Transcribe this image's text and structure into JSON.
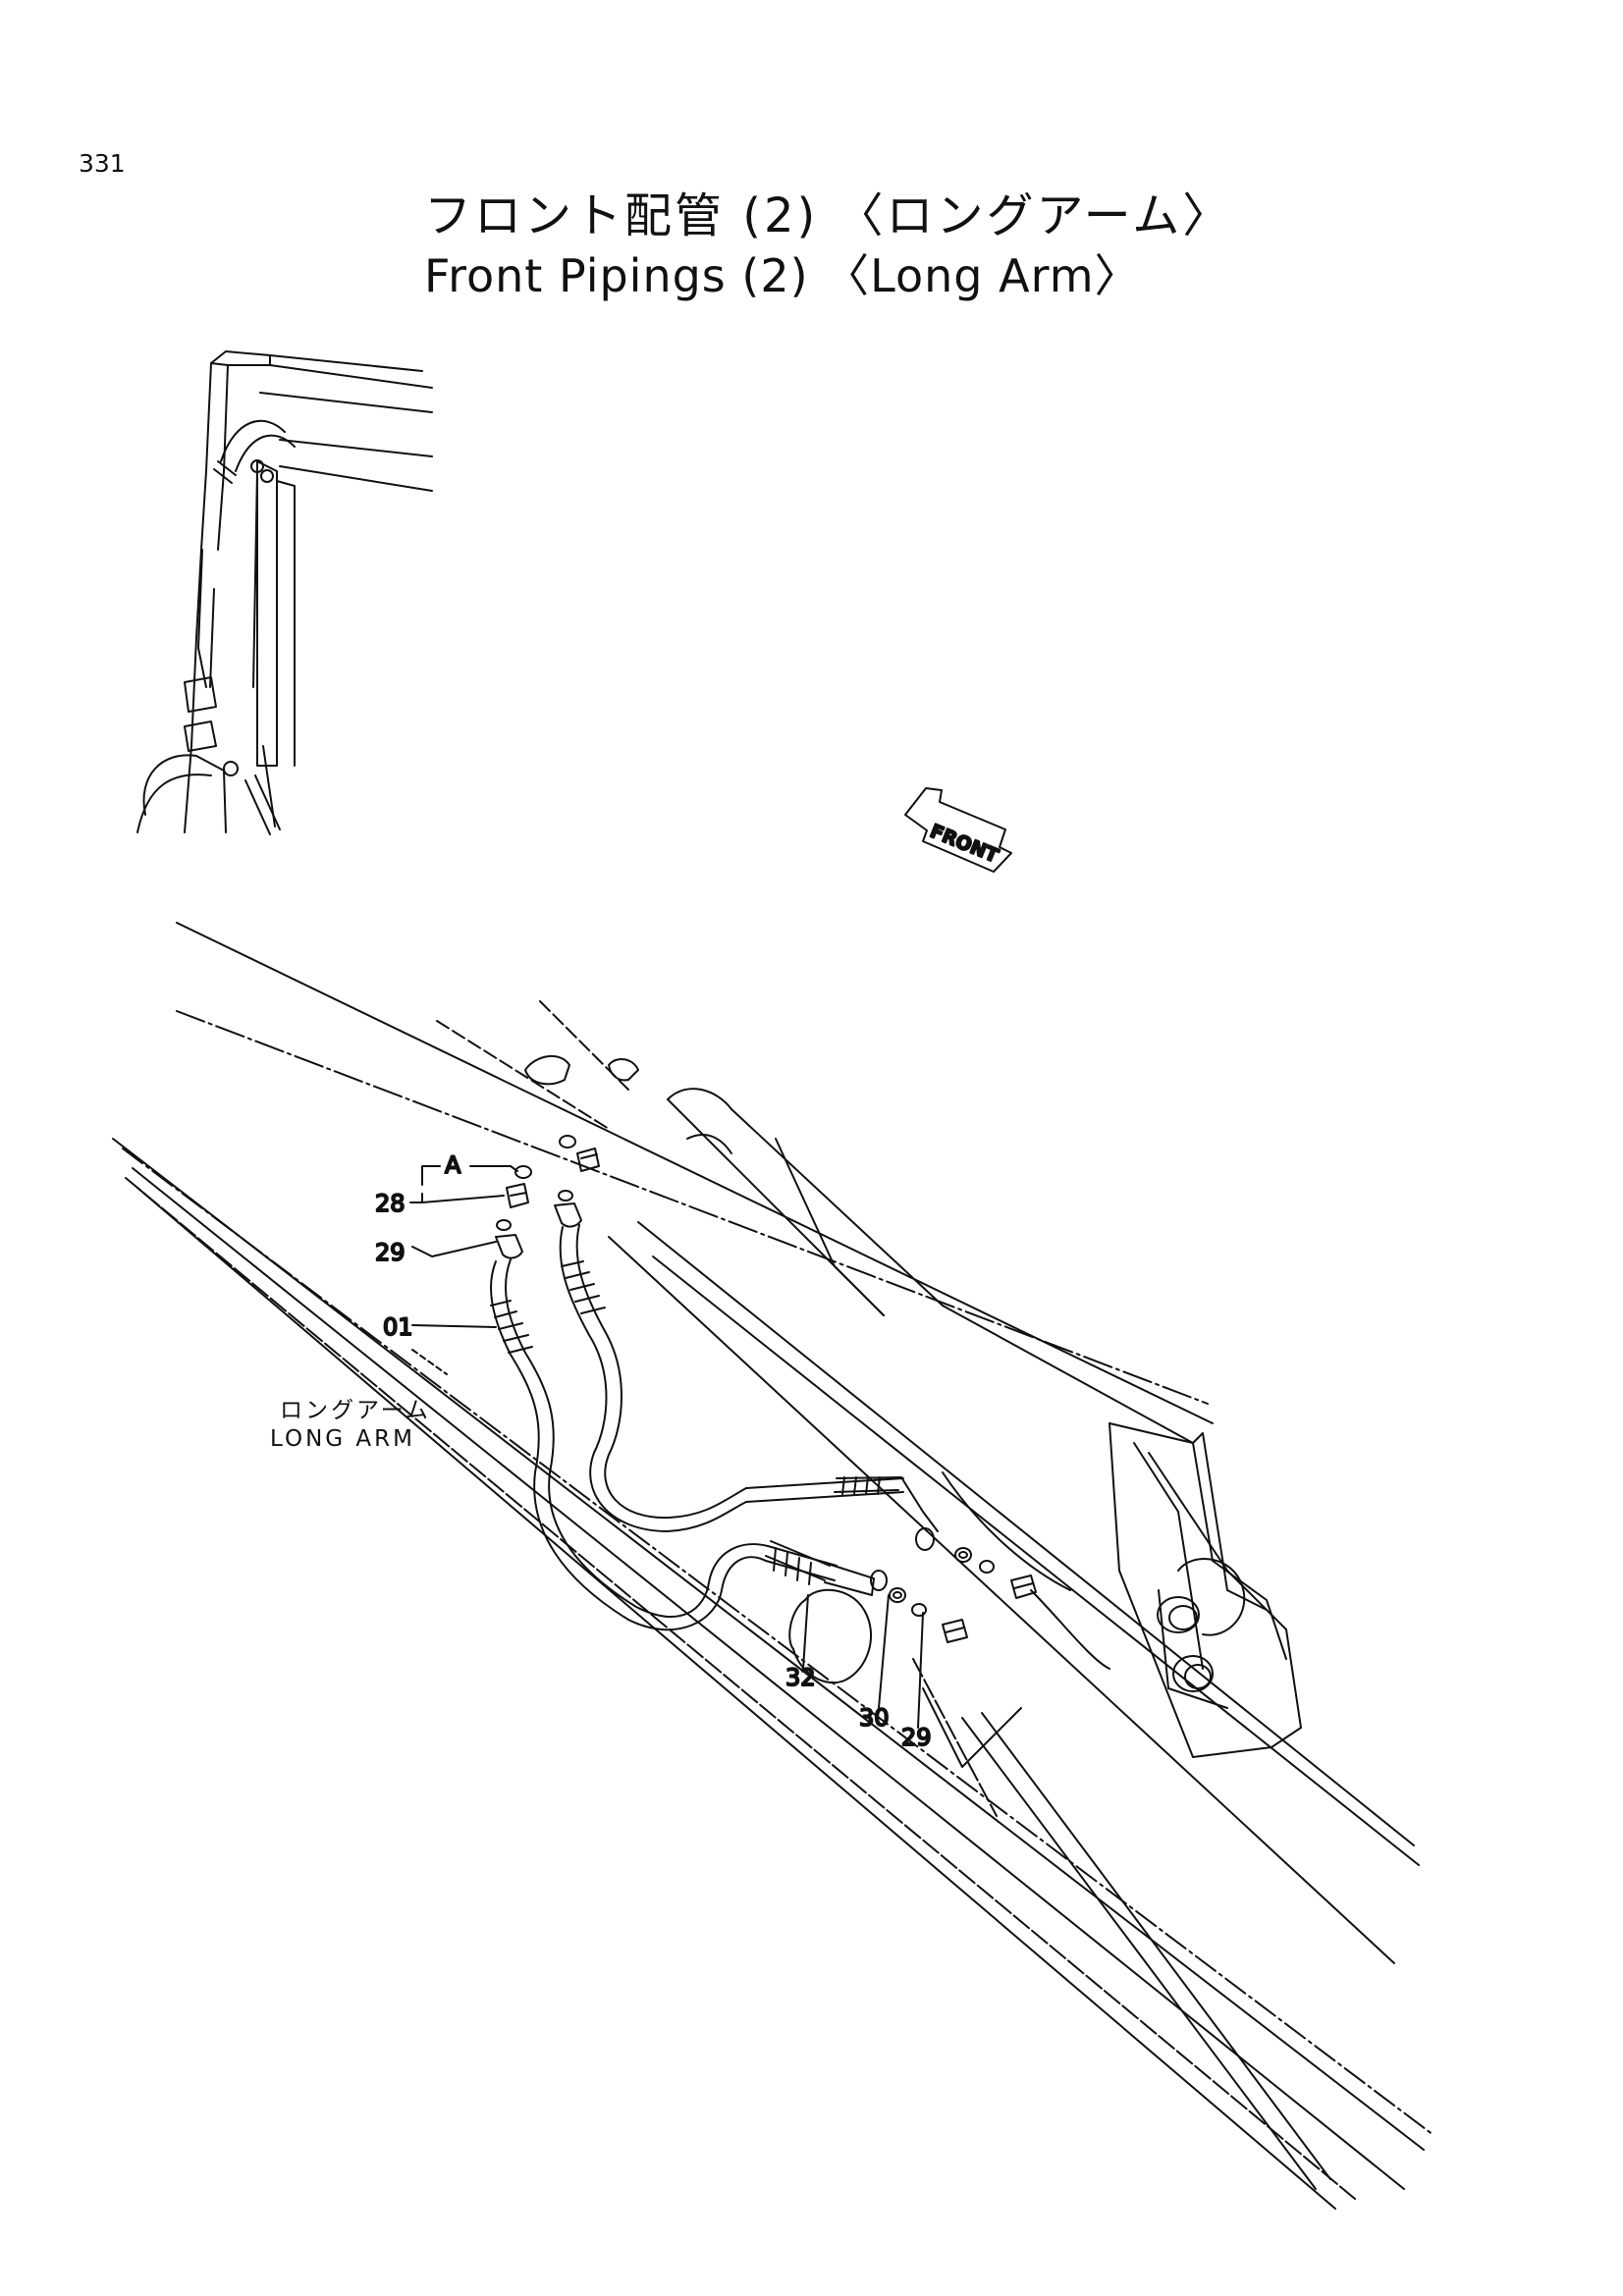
{
  "page": {
    "number": "331",
    "title_jp": "フロント配管 (2) 〈ロングアーム〉",
    "title_en": "Front Pipings (2) 〈Long Arm〉"
  },
  "diagram": {
    "front_arrow_label": "FRONT",
    "group_label": "A",
    "arm_label_jp": "ロングアーム",
    "arm_label_en": "LONG ARM",
    "callouts": [
      "28",
      "29",
      "01",
      "32",
      "30",
      "29"
    ]
  }
}
